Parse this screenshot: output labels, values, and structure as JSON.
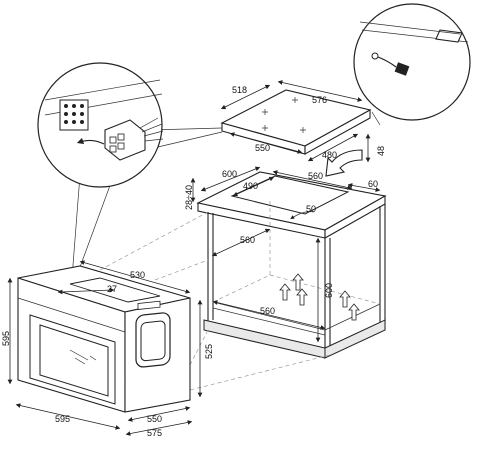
{
  "dimensions": {
    "hob_depth": "518",
    "hob_width": "576",
    "hob_cutout_depth": "480",
    "hob_cutout_width": "550",
    "hob_height": "48",
    "cab_clear": "28÷40",
    "cab_depth": "600",
    "cab_cutout_depth": "490",
    "cab_cutout_width": "560",
    "cab_gap": "60",
    "cab_radius": "50",
    "cab_inner_depth": "560",
    "cab_height": "600",
    "cab_inner_width": "560",
    "oven_depth": "530",
    "oven_panel": "27",
    "oven_height": "595",
    "oven_body_height": "525",
    "oven_width": "595",
    "oven_body_width": "550",
    "oven_total_depth": "575"
  },
  "colors": {
    "line": "#222222",
    "shade": "#e9e9e9"
  },
  "icons": [
    "connector-block-icon",
    "plug-cable-icon",
    "airflow-arrow-icon"
  ]
}
